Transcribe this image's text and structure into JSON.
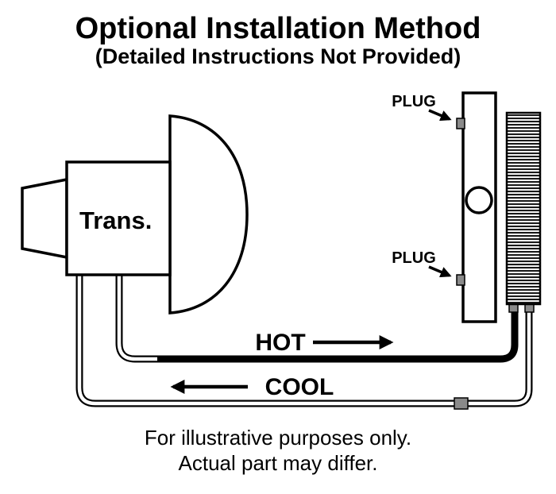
{
  "title": "Optional Installation Method",
  "subtitle": "(Detailed Instructions Not Provided)",
  "diagram": {
    "transmission_label": "Trans.",
    "plug_top": "PLUG",
    "plug_bottom": "PLUG",
    "hot_line_label": "HOT",
    "cool_line_label": "COOL"
  },
  "footer": {
    "line1": "For illustrative purposes only.",
    "line2": "Actual part may differ."
  },
  "colors": {
    "ink": "#000000",
    "background": "#ffffff",
    "plug_fill": "#8a8a8a"
  }
}
